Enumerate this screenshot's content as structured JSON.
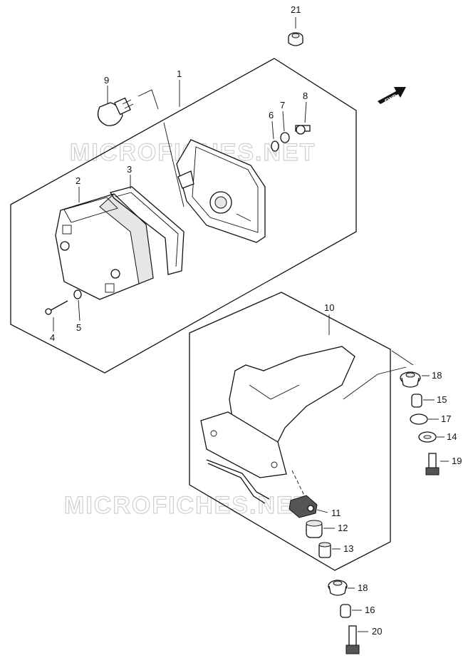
{
  "watermark": "MICROFICHES.NET",
  "fwd_label": "FWD",
  "callouts": {
    "p1": "1",
    "p2": "2",
    "p3": "3",
    "p4": "4",
    "p5": "5",
    "p6": "6",
    "p7": "7",
    "p8": "8",
    "p9": "9",
    "p10": "10",
    "p11": "11",
    "p12": "12",
    "p13": "13",
    "p14": "14",
    "p15": "15",
    "p16": "16",
    "p17": "17",
    "p18a": "18",
    "p18b": "18",
    "p19": "19",
    "p20": "20",
    "p21": "21"
  }
}
